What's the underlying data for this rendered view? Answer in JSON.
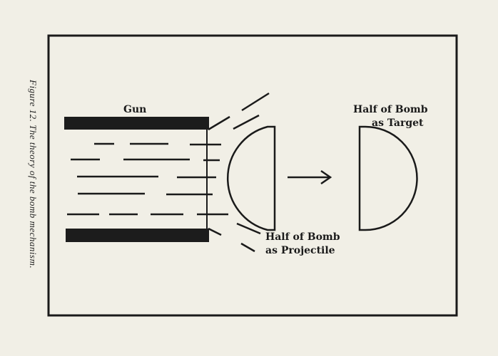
{
  "caption": "Figure 12. The theory of the bomb mechanism.",
  "labels": {
    "gun": "Gun",
    "target_line1": "Half of Bomb",
    "target_line2": "as Target",
    "projectile_line1": "Half of Bomb",
    "projectile_line2": "as Projectile"
  },
  "colors": {
    "paper": "#f1efe6",
    "ink": "#1a1a1a"
  }
}
